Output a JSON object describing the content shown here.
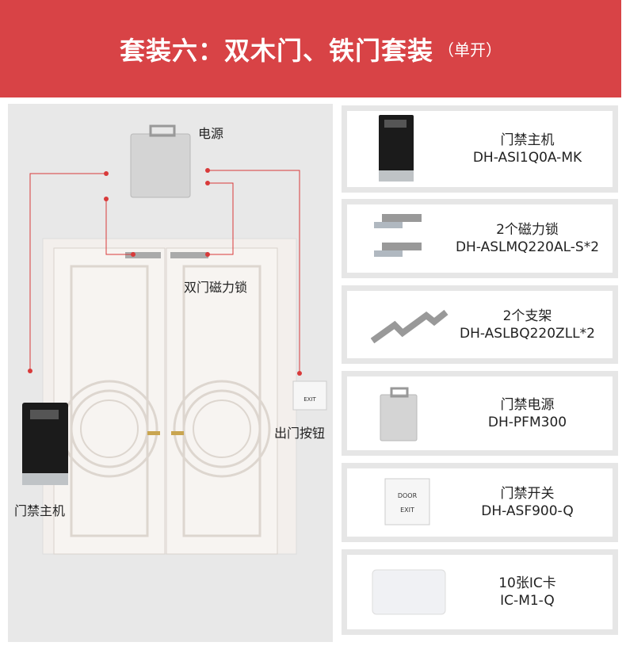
{
  "header": {
    "title": "套装六：双木门、铁门套装",
    "subtitle": "（单开）"
  },
  "diagram": {
    "power_label": "电源",
    "lock_label": "双门磁力锁",
    "button_label": "出门按钮",
    "controller_label": "门禁主机",
    "wire_color": "#d83a3a"
  },
  "products": [
    {
      "name": "门禁主机",
      "model": "DH-ASI1Q0A-MK",
      "icon": "access-controller"
    },
    {
      "name": "2个磁力锁",
      "model": "DH-ASLMQ220AL-S*2",
      "icon": "magnetic-lock"
    },
    {
      "name": "2个支架",
      "model": "DH-ASLBQ220ZLL*2",
      "icon": "bracket"
    },
    {
      "name": "门禁电源",
      "model": "DH-PFM300",
      "icon": "power-supply"
    },
    {
      "name": "门禁开关",
      "model": "DH-ASF900-Q",
      "icon": "exit-button"
    },
    {
      "name": "10张IC卡",
      "model": "IC-M1-Q",
      "icon": "ic-card"
    }
  ]
}
